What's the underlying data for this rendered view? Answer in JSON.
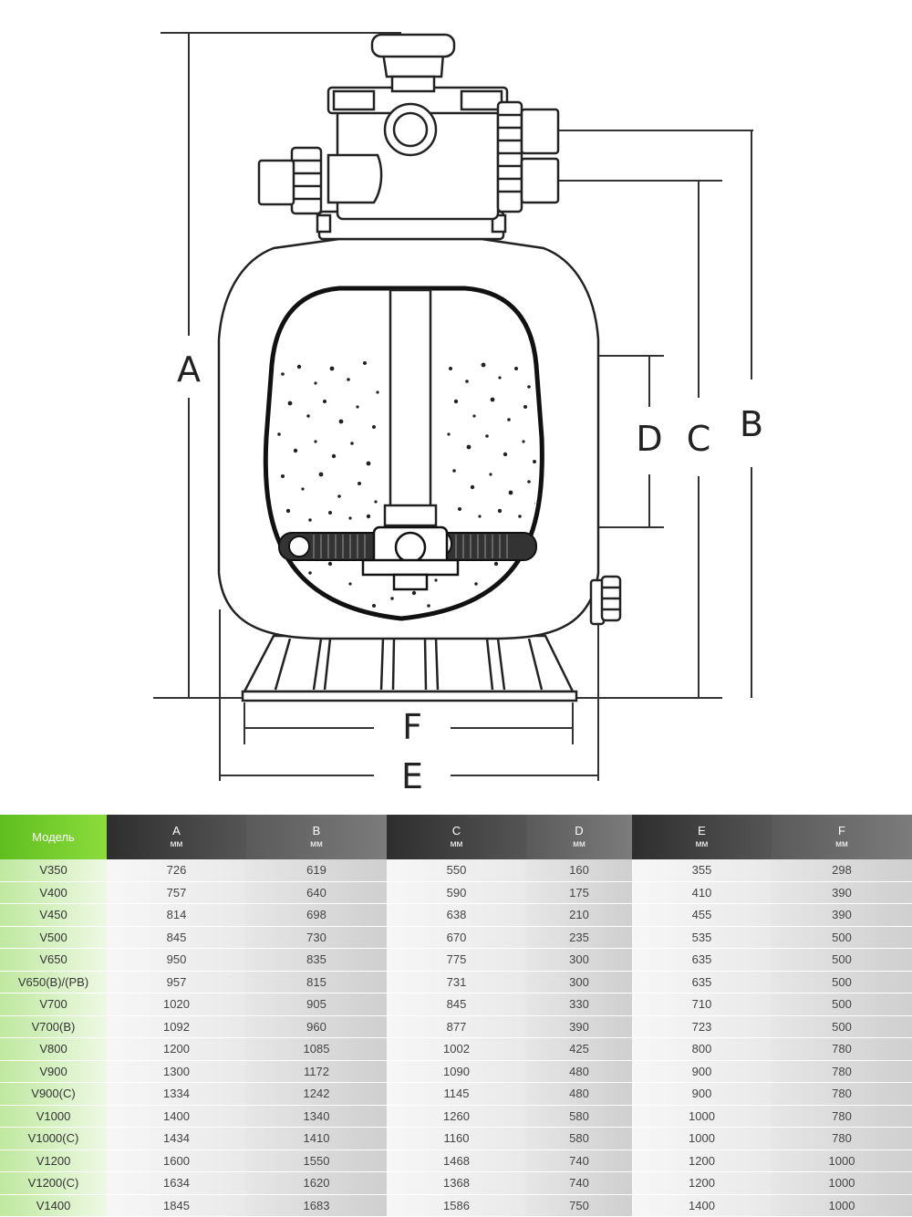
{
  "diagram": {
    "dimension_labels": {
      "A": "A",
      "B": "B",
      "C": "C",
      "D": "D",
      "E": "E",
      "F": "F"
    }
  },
  "table": {
    "headers": [
      {
        "label": "Модель",
        "unit": ""
      },
      {
        "label": "A",
        "unit": "мм"
      },
      {
        "label": "B",
        "unit": "мм"
      },
      {
        "label": "C",
        "unit": "мм"
      },
      {
        "label": "D",
        "unit": "мм"
      },
      {
        "label": "E",
        "unit": "мм"
      },
      {
        "label": "F",
        "unit": "мм"
      }
    ],
    "rows": [
      [
        "V350",
        "726",
        "619",
        "550",
        "160",
        "355",
        "298"
      ],
      [
        "V400",
        "757",
        "640",
        "590",
        "175",
        "410",
        "390"
      ],
      [
        "V450",
        "814",
        "698",
        "638",
        "210",
        "455",
        "390"
      ],
      [
        "V500",
        "845",
        "730",
        "670",
        "235",
        "535",
        "500"
      ],
      [
        "V650",
        "950",
        "835",
        "775",
        "300",
        "635",
        "500"
      ],
      [
        "V650(B)/(PB)",
        "957",
        "815",
        "731",
        "300",
        "635",
        "500"
      ],
      [
        "V700",
        "1020",
        "905",
        "845",
        "330",
        "710",
        "500"
      ],
      [
        "V700(B)",
        "1092",
        "960",
        "877",
        "390",
        "723",
        "500"
      ],
      [
        "V800",
        "1200",
        "1085",
        "1002",
        "425",
        "800",
        "780"
      ],
      [
        "V900",
        "1300",
        "1172",
        "1090",
        "480",
        "900",
        "780"
      ],
      [
        "V900(C)",
        "1334",
        "1242",
        "1145",
        "480",
        "900",
        "780"
      ],
      [
        "V1000",
        "1400",
        "1340",
        "1260",
        "580",
        "1000",
        "780"
      ],
      [
        "V1000(C)",
        "1434",
        "1410",
        "1160",
        "580",
        "1000",
        "780"
      ],
      [
        "V1200",
        "1600",
        "1550",
        "1468",
        "740",
        "1200",
        "1000"
      ],
      [
        "V1200(C)",
        "1634",
        "1620",
        "1368",
        "740",
        "1200",
        "1000"
      ],
      [
        "V1400",
        "1845",
        "1683",
        "1586",
        "750",
        "1400",
        "1000"
      ]
    ]
  }
}
